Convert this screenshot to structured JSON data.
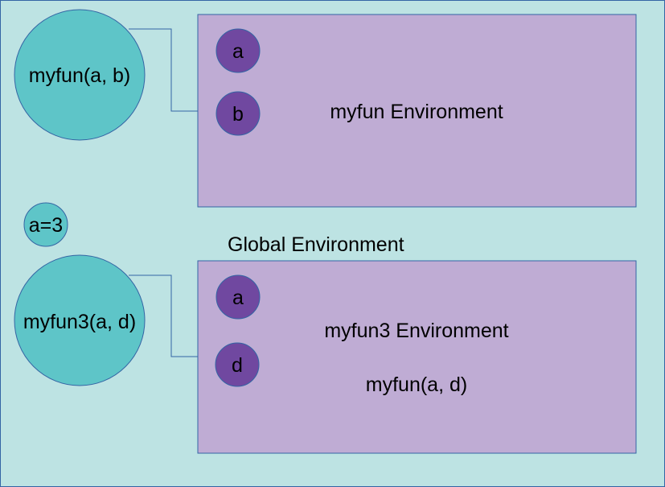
{
  "colors": {
    "background": "#bde3e3",
    "border": "#3465a4",
    "function_circle": "#5ec5c8",
    "environment_box": "#bfacd4",
    "variable_circle": "#7048a0",
    "variable_circle_stroke": "#3465a4"
  },
  "global_label": "Global Environment",
  "global_variable": "a=3",
  "functions": [
    {
      "call": "myfun(a, b)",
      "environment": {
        "title": "myfun Environment",
        "body": "",
        "variables": [
          "a",
          "b"
        ]
      }
    },
    {
      "call": "myfun3(a, d)",
      "environment": {
        "title": "myfun3 Environment",
        "body": "myfun(a, d)",
        "variables": [
          "a",
          "d"
        ]
      }
    }
  ]
}
